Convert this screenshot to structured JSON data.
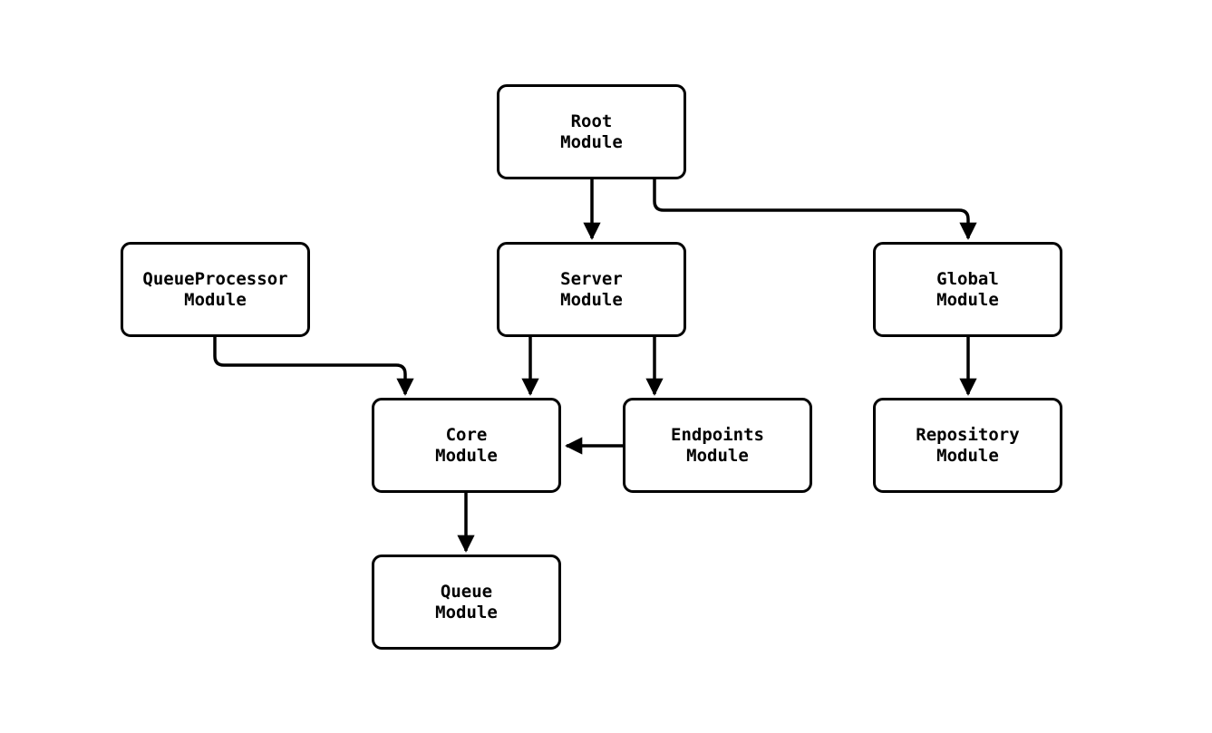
{
  "diagram": {
    "type": "module-dependency-flowchart",
    "colors": {
      "background": "#ffffff",
      "node_fill": "#ffffff",
      "node_border": "#000000",
      "edge": "#000000",
      "text": "#000000"
    },
    "nodes": {
      "root": {
        "label": "Root\nModule"
      },
      "queueprocessor": {
        "label": "QueueProcessor\nModule"
      },
      "server": {
        "label": "Server\nModule"
      },
      "global": {
        "label": "Global\nModule"
      },
      "core": {
        "label": "Core\nModule"
      },
      "endpoints": {
        "label": "Endpoints\nModule"
      },
      "repository": {
        "label": "Repository\nModule"
      },
      "queue": {
        "label": "Queue\nModule"
      }
    },
    "edges": [
      {
        "from": "Root Module",
        "to": "Server Module"
      },
      {
        "from": "Root Module",
        "to": "Global Module"
      },
      {
        "from": "QueueProcessor Module",
        "to": "Core Module"
      },
      {
        "from": "Server Module",
        "to": "Core Module"
      },
      {
        "from": "Server Module",
        "to": "Endpoints Module"
      },
      {
        "from": "Endpoints Module",
        "to": "Core Module"
      },
      {
        "from": "Global Module",
        "to": "Repository Module"
      },
      {
        "from": "Core Module",
        "to": "Queue Module"
      }
    ]
  }
}
